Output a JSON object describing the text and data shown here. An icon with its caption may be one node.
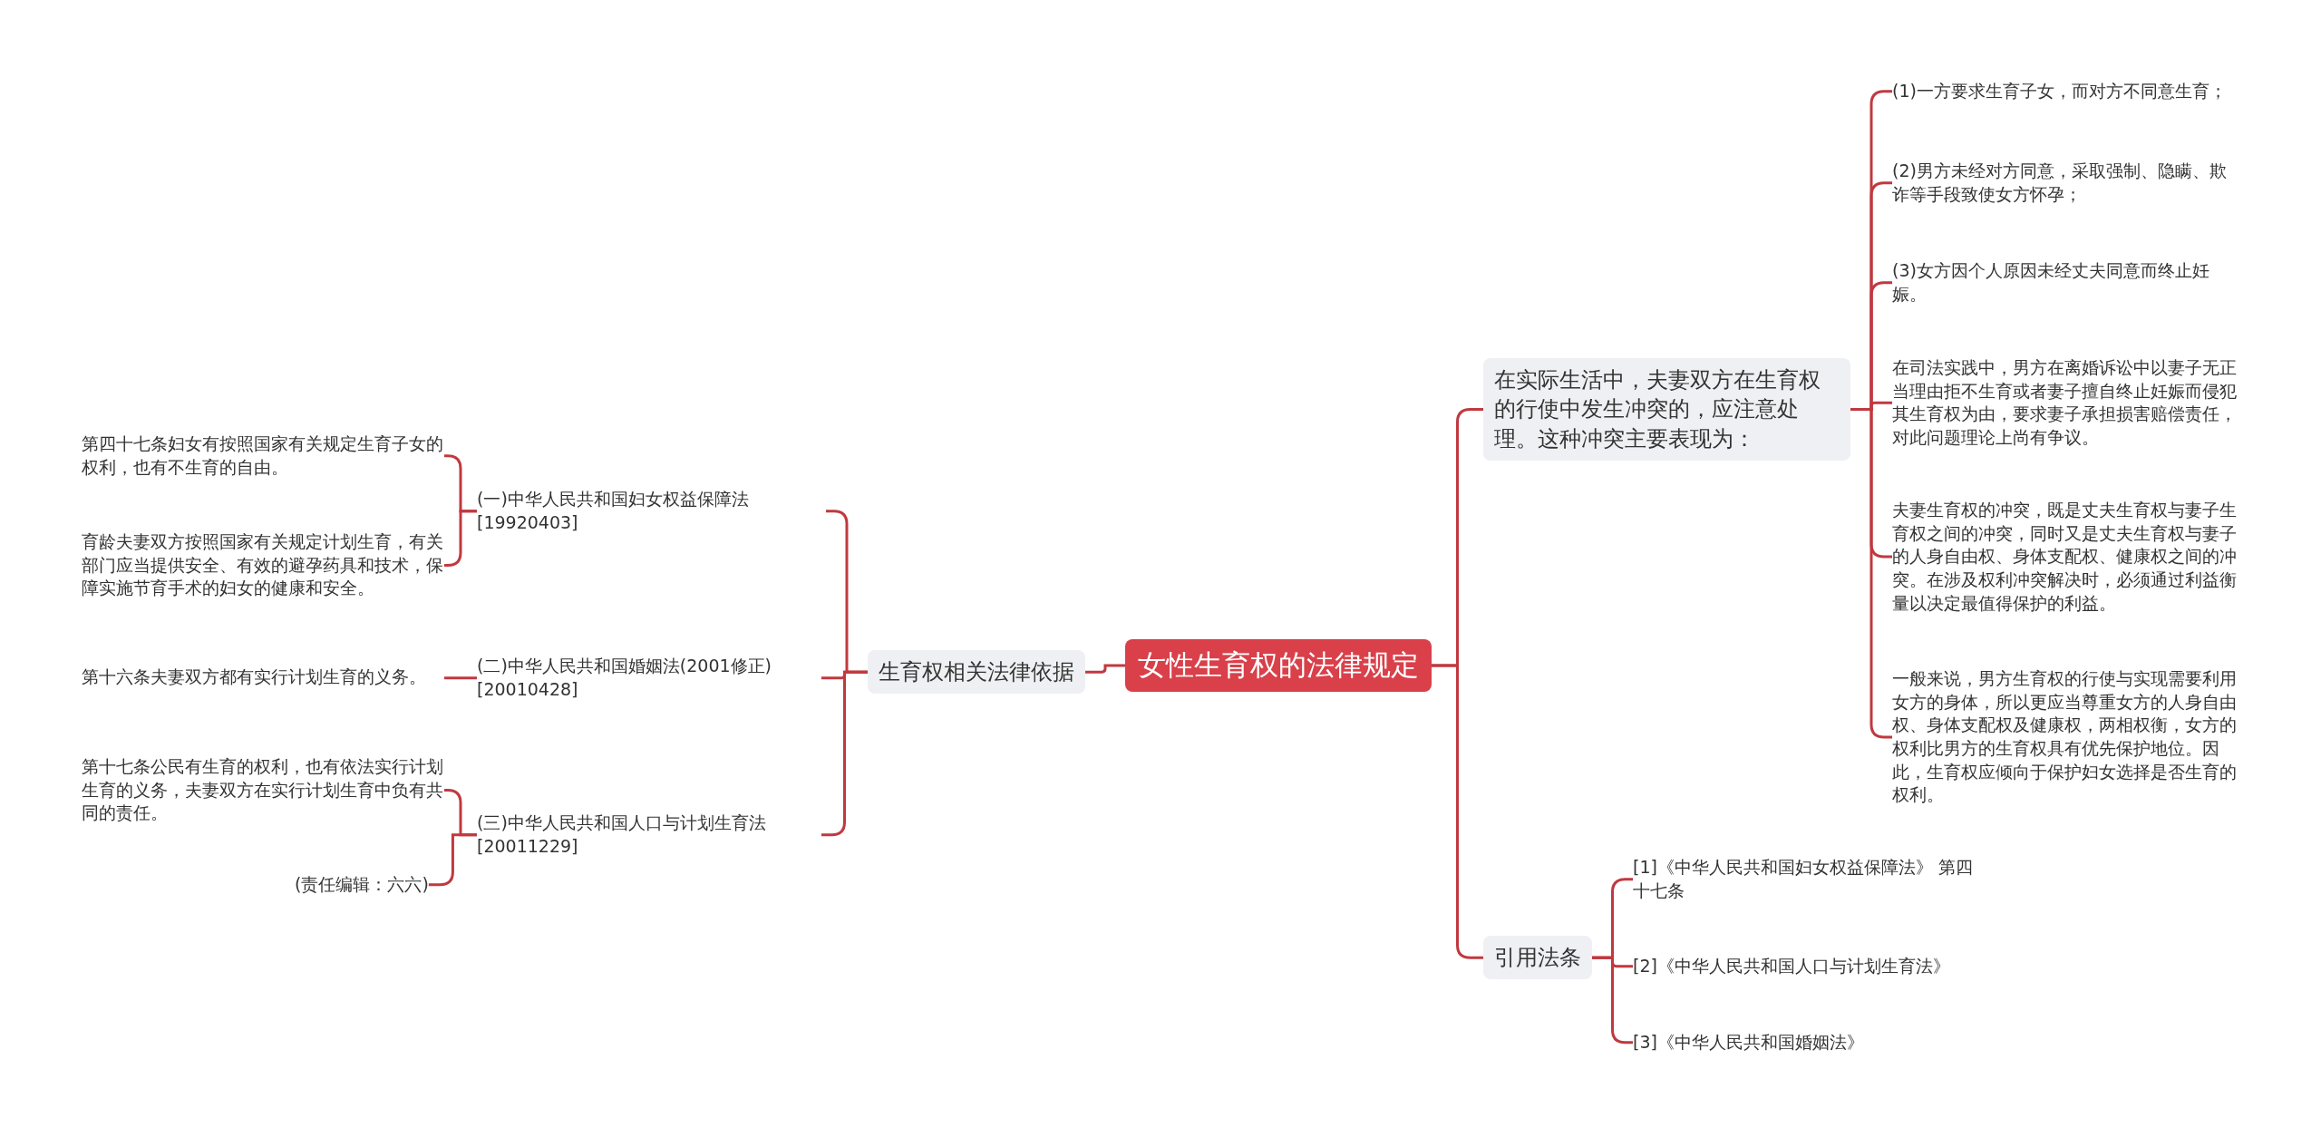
{
  "diagram": {
    "nodes": [
      {
        "text": [
          "女性生育权的法律规定"
        ]
      },
      {
        "text": [
          "生育权相关法律依据"
        ]
      },
      {
        "text": [
          "(一)中华人民共和国妇女权益保障法[19920403]"
        ]
      },
      {
        "text": [
          "第四十七条妇女有按照国家有关规定生育子女的权利，也有不生育的自由。"
        ]
      },
      {
        "text": [
          "育龄夫妻双方按照国家有关规定计划生育，有关部门应当提供安全、有效的避孕药具和技术，保障实施节育手术的妇女的健康和安全。"
        ]
      },
      {
        "text": [
          "(二)中华人民共和国婚姻法(2001修正)[20010428]"
        ]
      },
      {
        "text": [
          "第十六条夫妻双方都有实行计划生育的义务。"
        ]
      },
      {
        "text": [
          "(三)中华人民共和国人口与计划生育法[20011229]"
        ]
      },
      {
        "text": [
          "第十七条公民有生育的权利，也有依法实行计划生育的义务，夫妻双方在实行计划生育中负有共同的责任。"
        ]
      },
      {
        "text": [
          "(责任编辑：六六)"
        ]
      },
      {
        "text": [
          "在实际生活中，夫妻双方在生育权的行使中发生冲突的，应注意处理。这种冲突主要表现为："
        ]
      },
      {
        "text": [
          "(1)一方要求生育子女，而对方不同意生育；"
        ]
      },
      {
        "text": [
          "(2)男方未经对方同意，采取强制、隐瞒、欺诈等手段致使女方怀孕；"
        ]
      },
      {
        "text": [
          "(3)女方因个人原因未经丈夫同意而终止妊娠。"
        ]
      },
      {
        "text": [
          "在司法实践中，男方在离婚诉讼中以妻子无正当理由拒不生育或者妻子擅自终止妊娠而侵犯其生育权为由，要求妻子承担损害赔偿责任，对此问题理论上尚有争议。"
        ]
      },
      {
        "text": [
          "夫妻生育权的冲突，既是丈夫生育权与妻子生育权之间的冲突，同时又是丈夫生育权与妻子的人身自由权、身体支配权、健康权之间的冲突。在涉及权利冲突解决时，必须通过利益衡量以决定最值得保护的利益。"
        ]
      },
      {
        "text": [
          "一般来说，男方生育权的行使与实现需要利用女方的身体，所以更应当尊重女方的人身自由权、身体支配权及健康权，两相权衡，女方的权利比男方的生育权具有优先保护地位。因此，生育权应倾向于保护妇女选择是否生育的权利。"
        ]
      },
      {
        "text": [
          "引用法条"
        ]
      },
      {
        "text": [
          "[1]《中华人民共和国妇女权益保障法》 第四十七条"
        ]
      },
      {
        "text": [
          "[2]《中华人民共和国人口与计划生育法》"
        ]
      },
      {
        "text": [
          "[3]《中华人民共和国婚姻法》"
        ]
      }
    ],
    "edges": [
      {
        "from": 0,
        "to": 1,
        "arrow": "none"
      },
      {
        "from": 1,
        "to": 2,
        "arrow": "none"
      },
      {
        "from": 1,
        "to": 5,
        "arrow": "none"
      },
      {
        "from": 1,
        "to": 7,
        "arrow": "none"
      },
      {
        "from": 2,
        "to": 3,
        "arrow": "none"
      },
      {
        "from": 2,
        "to": 4,
        "arrow": "none"
      },
      {
        "from": 5,
        "to": 6,
        "arrow": "none"
      },
      {
        "from": 7,
        "to": 8,
        "arrow": "none"
      },
      {
        "from": 7,
        "to": 9,
        "arrow": "none"
      },
      {
        "from": 0,
        "to": 10,
        "arrow": "none"
      },
      {
        "from": 0,
        "to": 17,
        "arrow": "none"
      },
      {
        "from": 10,
        "to": 11,
        "arrow": "none"
      },
      {
        "from": 10,
        "to": 12,
        "arrow": "none"
      },
      {
        "from": 10,
        "to": 13,
        "arrow": "none"
      },
      {
        "from": 10,
        "to": 14,
        "arrow": "none"
      },
      {
        "from": 10,
        "to": 15,
        "arrow": "none"
      },
      {
        "from": 10,
        "to": 16,
        "arrow": "none"
      },
      {
        "from": 17,
        "to": 18,
        "arrow": "none"
      },
      {
        "from": 17,
        "to": 19,
        "arrow": "none"
      },
      {
        "from": 17,
        "to": 20,
        "arrow": "none"
      }
    ]
  }
}
